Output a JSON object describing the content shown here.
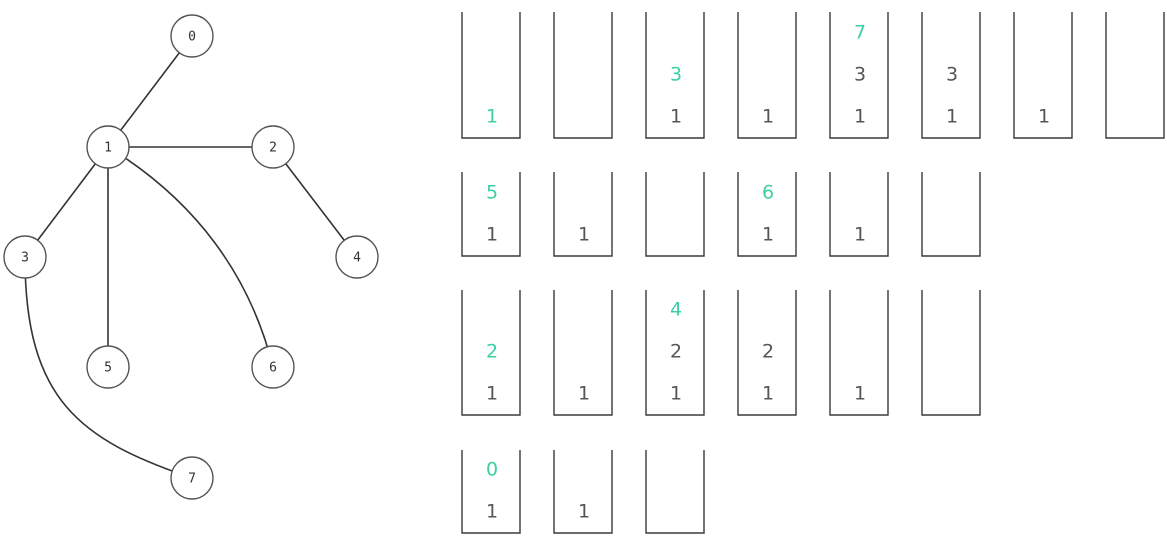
{
  "colors": {
    "edge": "#333333",
    "node_border": "#555555",
    "node_fill": "#ffffff",
    "node_text": "#333333",
    "stack_border": "#3a3a3a",
    "stack_text": "#555555",
    "highlight_text": "#3ccfa6"
  },
  "graph": {
    "nodes": [
      {
        "id": "0",
        "label": "0"
      },
      {
        "id": "1",
        "label": "1"
      },
      {
        "id": "2",
        "label": "2"
      },
      {
        "id": "3",
        "label": "3"
      },
      {
        "id": "4",
        "label": "4"
      },
      {
        "id": "5",
        "label": "5"
      },
      {
        "id": "6",
        "label": "6"
      },
      {
        "id": "7",
        "label": "7"
      }
    ],
    "edges": [
      {
        "from": "0",
        "to": "1"
      },
      {
        "from": "1",
        "to": "2"
      },
      {
        "from": "1",
        "to": "3"
      },
      {
        "from": "1",
        "to": "5"
      },
      {
        "from": "1",
        "to": "6"
      },
      {
        "from": "2",
        "to": "4"
      },
      {
        "from": "3",
        "to": "7"
      }
    ]
  },
  "stack_rows": [
    [
      {
        "items": [
          "1"
        ],
        "highlight_top": true
      },
      {
        "items": [],
        "highlight_top": false
      },
      {
        "items": [
          "1",
          "3"
        ],
        "highlight_top": true
      },
      {
        "items": [
          "1"
        ],
        "highlight_top": false
      },
      {
        "items": [
          "1",
          "3",
          "7"
        ],
        "highlight_top": true
      },
      {
        "items": [
          "1",
          "3"
        ],
        "highlight_top": false
      },
      {
        "items": [
          "1"
        ],
        "highlight_top": false
      },
      {
        "items": [],
        "highlight_top": false
      }
    ],
    [
      {
        "items": [
          "1",
          "5"
        ],
        "highlight_top": true
      },
      {
        "items": [
          "1"
        ],
        "highlight_top": false
      },
      {
        "items": [],
        "highlight_top": false
      },
      {
        "items": [
          "1",
          "6"
        ],
        "highlight_top": true
      },
      {
        "items": [
          "1"
        ],
        "highlight_top": false
      },
      {
        "items": [],
        "highlight_top": false
      }
    ],
    [
      {
        "items": [
          "1",
          "2"
        ],
        "highlight_top": true
      },
      {
        "items": [
          "1"
        ],
        "highlight_top": false
      },
      {
        "items": [
          "1",
          "2",
          "4"
        ],
        "highlight_top": true
      },
      {
        "items": [
          "1",
          "2"
        ],
        "highlight_top": false
      },
      {
        "items": [
          "1"
        ],
        "highlight_top": false
      },
      {
        "items": [],
        "highlight_top": false
      }
    ],
    [
      {
        "items": [
          "1",
          "0"
        ],
        "highlight_top": true
      },
      {
        "items": [
          "1"
        ],
        "highlight_top": false
      },
      {
        "items": [],
        "highlight_top": false
      }
    ]
  ]
}
